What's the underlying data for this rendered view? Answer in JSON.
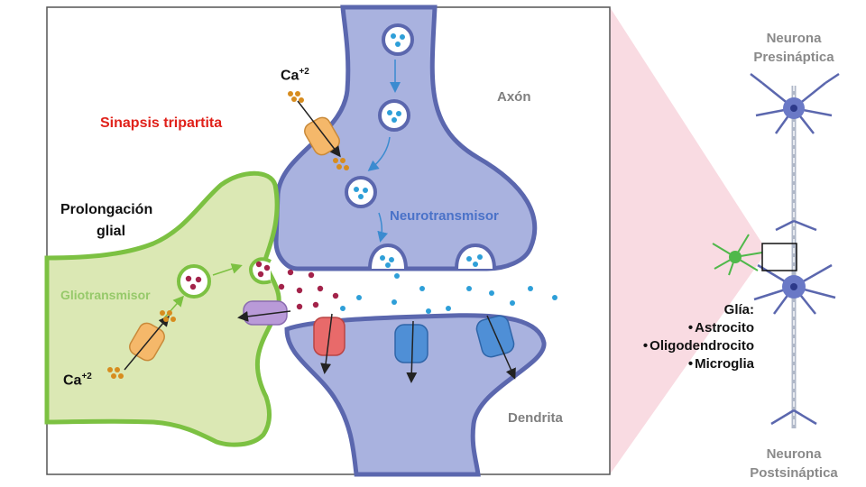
{
  "labels": {
    "synapse_title": "Sinapsis tripartita",
    "glial_process_line1": "Prolongación",
    "glial_process_line2": "glial",
    "gliotransmitter": "Gliotransmisor",
    "axon": "Axón",
    "neurotransmitter": "Neurotransmisor",
    "dendrite": "Dendrita",
    "calcium_base": "Ca",
    "calcium_charge": "+2",
    "presynaptic_line1": "Neurona",
    "presynaptic_line2": "Presináptica",
    "postsynaptic_line1": "Neurona",
    "postsynaptic_line2": "Postsináptica"
  },
  "glia": {
    "title": "Glía:",
    "types": [
      "Astrocito",
      "Oligodendrocito",
      "Microglia"
    ]
  },
  "colors": {
    "neuron_fill": "#a9b2df",
    "neuron_stroke": "#5b67ae",
    "glia_fill": "#dbe8b4",
    "glia_stroke": "#7cc142",
    "calcium_channel": "#f5b86a",
    "gliotransmitter_receptor": "#b99ad8",
    "neurotransmitter_receptor_red": "#e86a6a",
    "neurotransmitter_receptor_blue": "#4f8fd6",
    "neurotransmitter_dot": "#2e9fd8",
    "gliotransmitter_dot": "#a3234a",
    "highlight_triangle": "#f9dbe2"
  }
}
